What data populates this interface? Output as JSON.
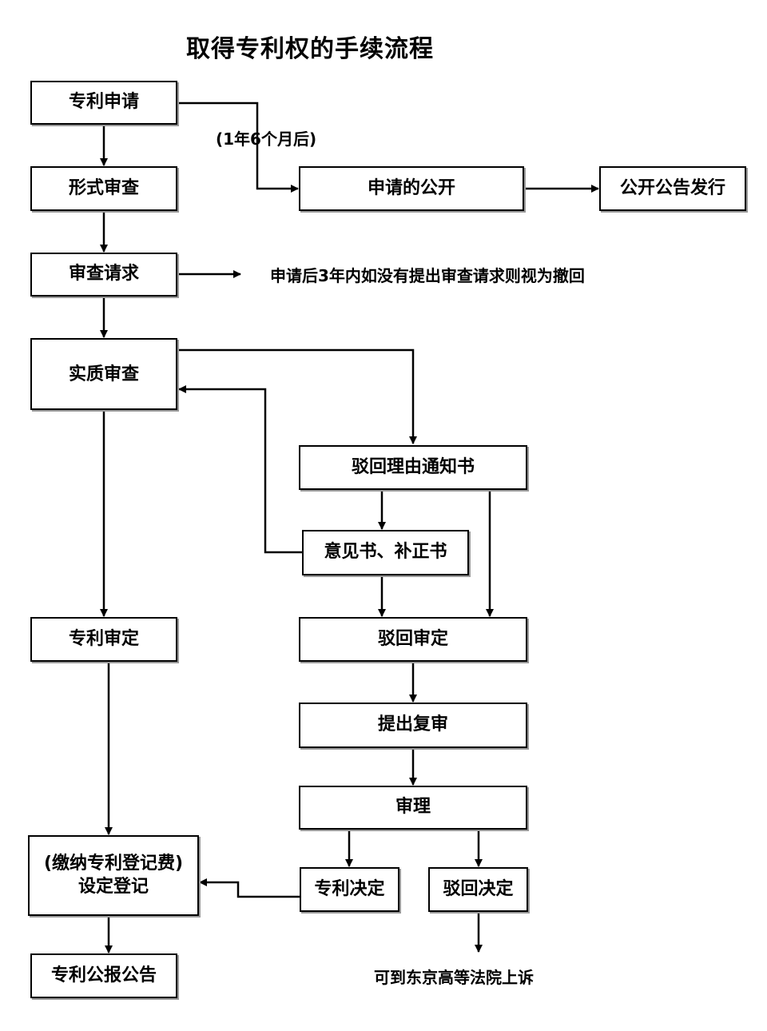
{
  "title": "取得专利权的手续流程",
  "nodes": {
    "application": "专利申请",
    "formal_exam": "形式审查",
    "exam_request": "审查请求",
    "substantive_exam": "实质审查",
    "publication": "申请的公开",
    "bulletin_issue": "公开公告发行",
    "rejection_notice": "驳回理由通知书",
    "opinion_amendment": "意见书、补正书",
    "patent_grant_decision": "专利审定",
    "rejection_decision": "驳回审定",
    "request_review": "提出复审",
    "hearing": "审理",
    "registration_line1": "(缴纳专利登记费)",
    "registration_line2": "设定登记",
    "patent_decision": "专利决定",
    "rejection_final": "驳回决定",
    "patent_gazette": "专利公报公告"
  },
  "notes": {
    "publication_delay": "(1年6个月后)",
    "withdrawal_rule": "申请后3年内如没有提出审查请求则视为撤回",
    "appeal": "可到东京高等法院上诉"
  }
}
